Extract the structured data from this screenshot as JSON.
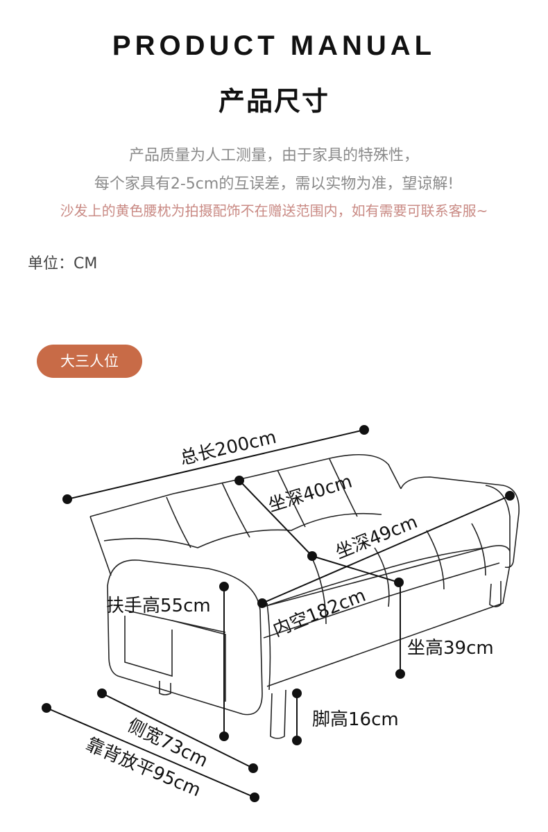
{
  "header": {
    "title_en": "PRODUCT MANUAL",
    "title_cn": "产品尺寸"
  },
  "notes": {
    "line1": "产品质量为人工测量，由于家具的特殊性，",
    "line2": "每个家具有2-5cm的互误差，需以实物为准，望谅解!",
    "line3": "沙发上的黄色腰枕为拍摄配饰不在赠送范围内，如有需要可联系客服~"
  },
  "unit_label": "单位：CM",
  "badge_label": "大三人位",
  "dimensions": {
    "total_length": "总长200cm",
    "seat_depth_40": "坐深40cm",
    "seat_depth_49": "坐深49cm",
    "inner_width": "内空182cm",
    "armrest_height": "扶手高55cm",
    "seat_height": "坐高39cm",
    "leg_height": "脚高16cm",
    "side_width": "侧宽73cm",
    "flat_length": "靠背放平95cm"
  },
  "colors": {
    "badge": "#c86b47",
    "highlight_note": "#c98a84"
  }
}
